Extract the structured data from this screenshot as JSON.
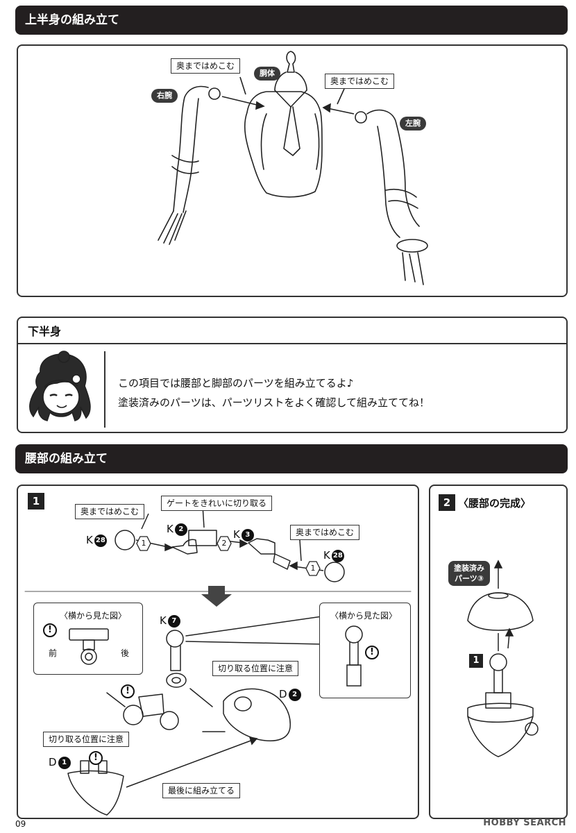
{
  "section_upper": {
    "title": "上半身の組み立て",
    "labels": {
      "torso": "胴体",
      "right_arm": "右腕",
      "left_arm": "左腕"
    },
    "callouts": {
      "left_insert": "奥まではめこむ",
      "right_insert": "奥まではめこむ"
    }
  },
  "section_lower": {
    "title": "下半身",
    "lines": [
      "この項目では腰部と脚部のパーツを組み立てるよ♪",
      "塗装済みのパーツは、パーツリストをよく確認して組み立ててね！"
    ]
  },
  "section_waist": {
    "title": "腰部の組み立て",
    "step1": {
      "number": "1",
      "callouts": {
        "insert_a": "奥まではめこむ",
        "gate": "ゲートをきれいに切り取る",
        "insert_b": "奥まではめこむ",
        "cut_pos_right": "切り取る位置に注意",
        "cut_pos_left": "切り取る位置に注意",
        "last": "最後に組み立てる"
      },
      "parts": {
        "k28_left": {
          "letter": "K",
          "num": "28"
        },
        "k2": {
          "letter": "K",
          "num": "2"
        },
        "k3": {
          "letter": "K",
          "num": "3"
        },
        "k28_right": {
          "letter": "K",
          "num": "28"
        },
        "k7": {
          "letter": "K",
          "num": "7"
        },
        "d2": {
          "letter": "D",
          "num": "2"
        },
        "d1": {
          "letter": "D",
          "num": "1"
        }
      },
      "order": [
        "1",
        "2",
        "1"
      ],
      "side_view_title": "〈横から見た図〉",
      "side_view_title_2": "〈横から見た図〉",
      "front": "前",
      "back": "後",
      "warn": "!"
    },
    "step2": {
      "number": "2",
      "title": "〈腰部の完成〉",
      "painted_line1": "塗装済み",
      "painted_line2": "パーツ③",
      "inner_step": "1"
    }
  },
  "footer": {
    "page": "09",
    "watermark": "HOBBY SEARCH"
  }
}
